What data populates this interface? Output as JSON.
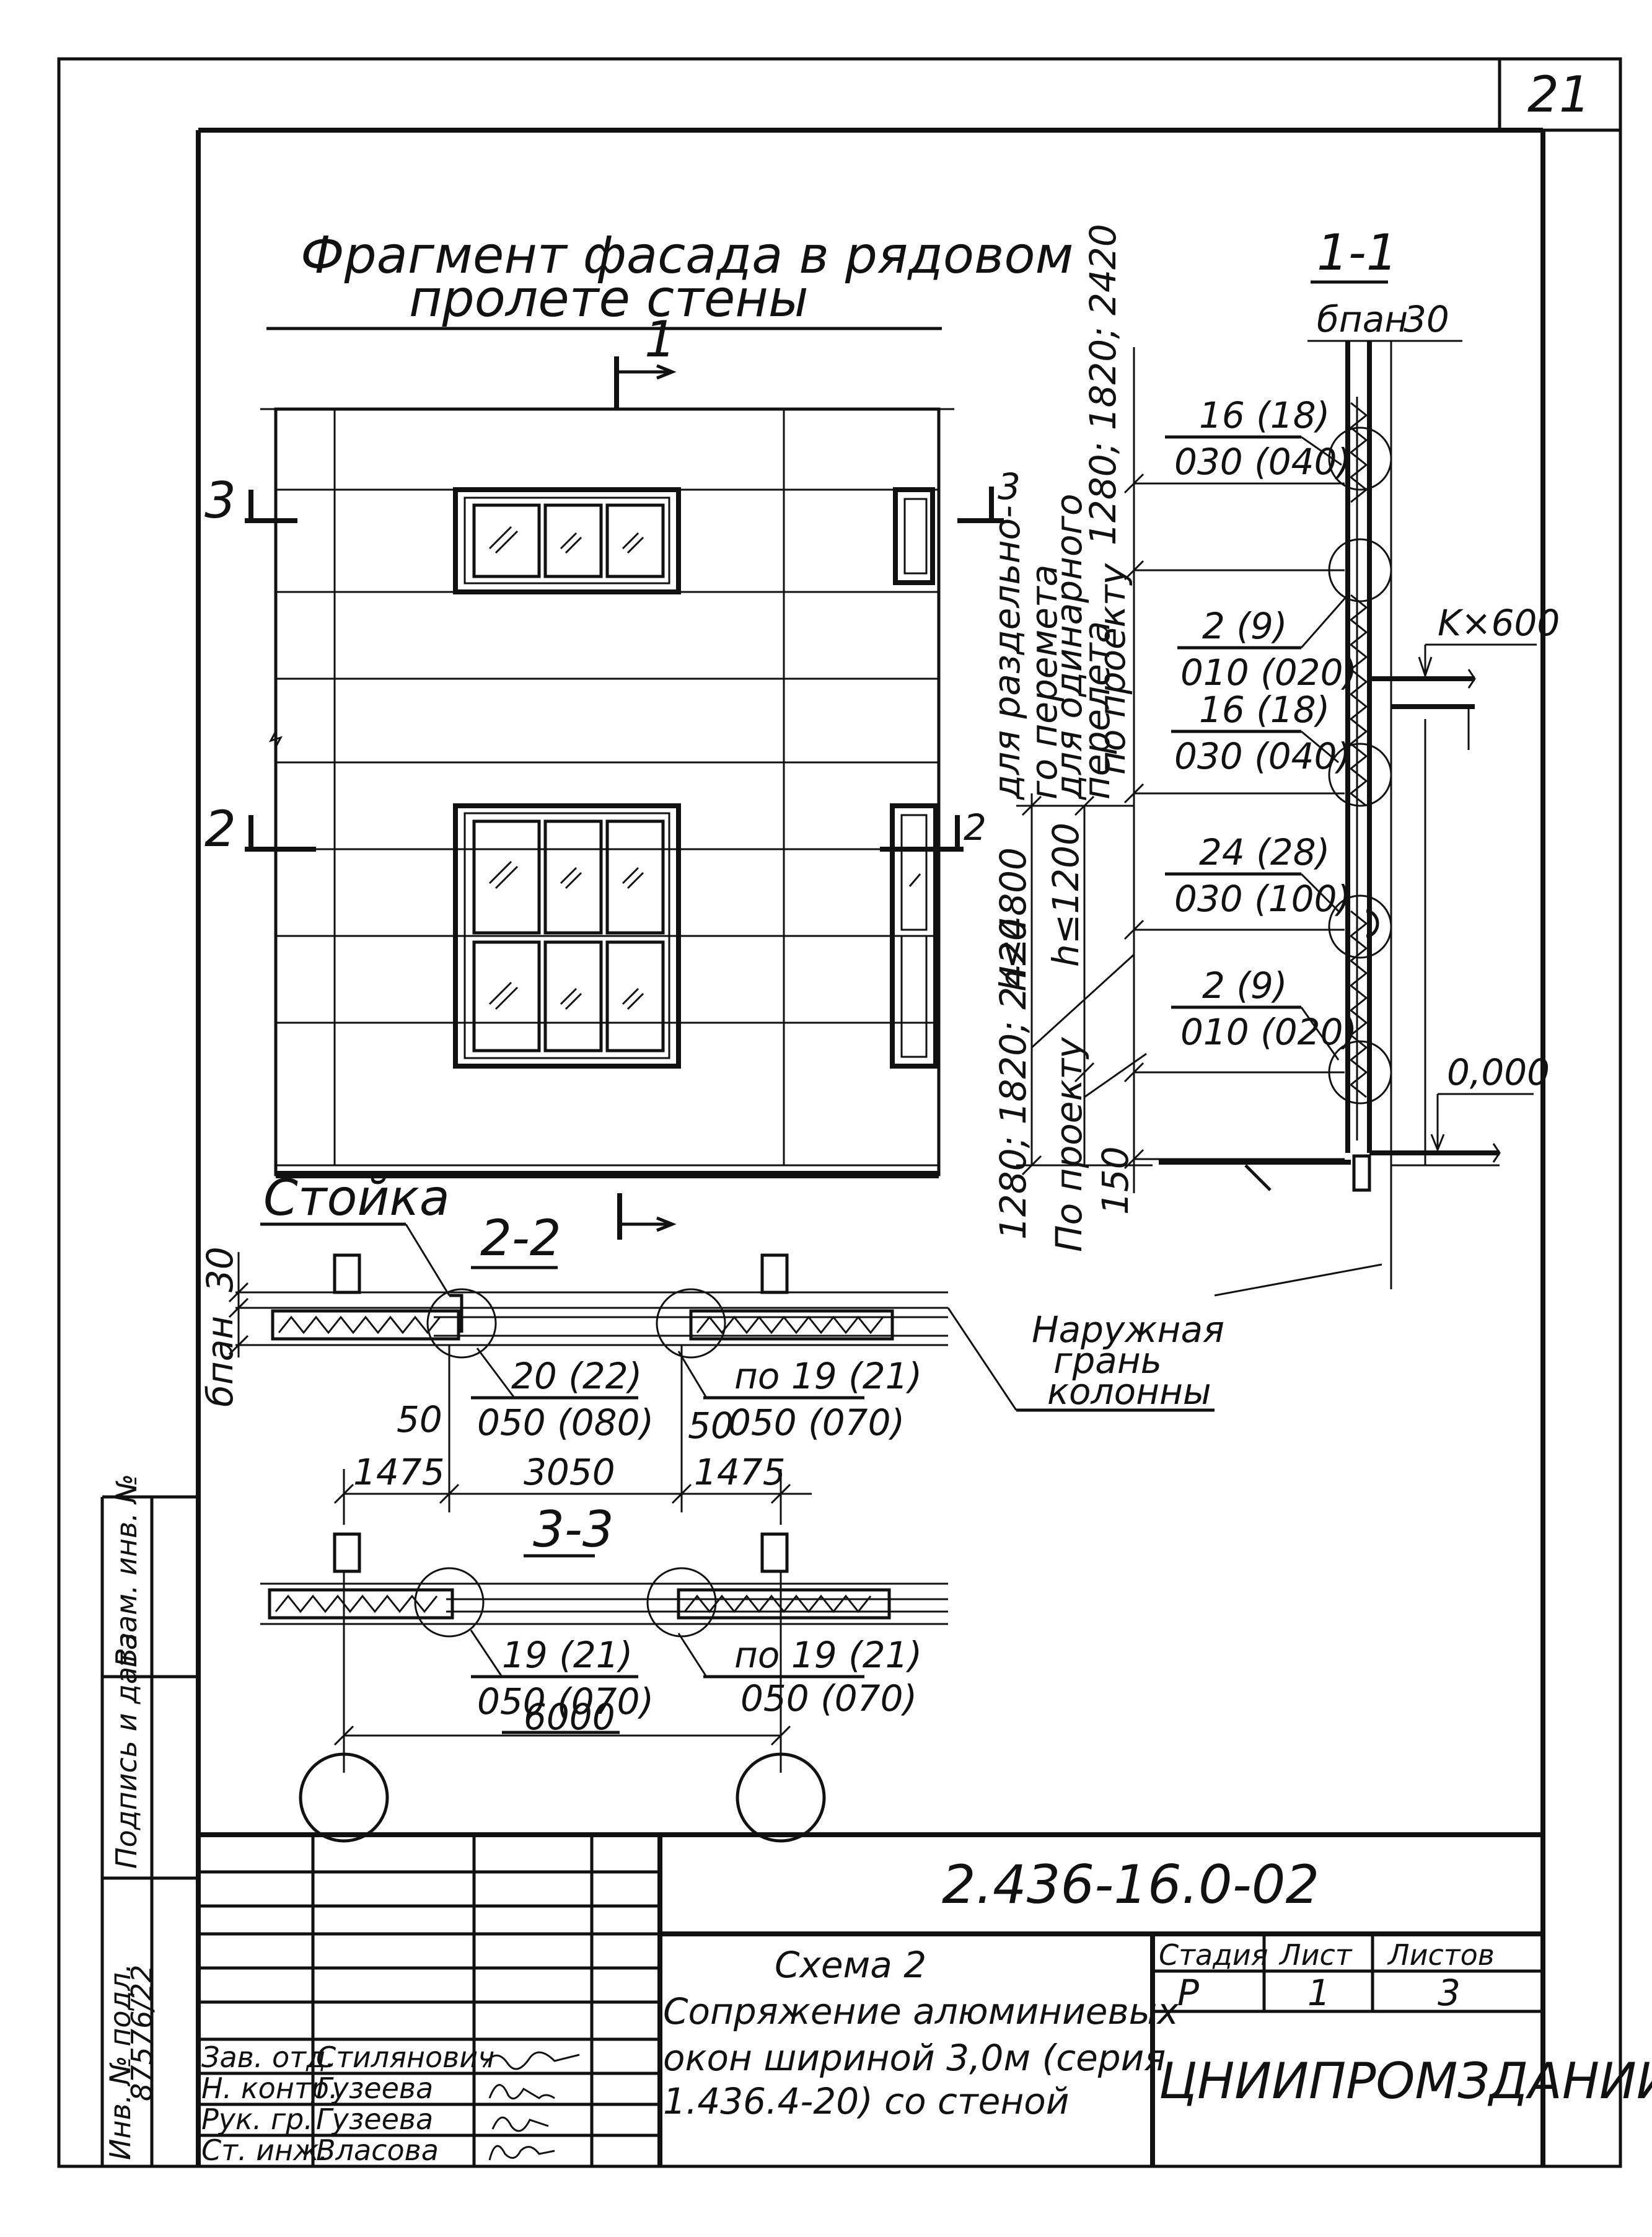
{
  "sheet": {
    "page_number": "21",
    "title_line1": "Фрагмент фасада в рядовом",
    "title_line2": "пролете стены",
    "section_1": "1",
    "section_2": "2",
    "section_3": "3",
    "section_11": "1-1",
    "section_22": "2-2",
    "section_33": "3-3"
  },
  "section_1_1": {
    "dim_top": "бпан",
    "dim_30": "30",
    "heights_top": "1280; 1820; 2420",
    "note_separate": "для раздельно-",
    "note_separate2": "го перемета",
    "note_single": "для одинарного",
    "note_single2": "перелета",
    "note_project": "по проекту",
    "k600": "K×600",
    "h4800": "h≤4800",
    "h1200": "h≤1200",
    "heights_bottom": "1280; 1820; 2420",
    "note_project2": "По проекту",
    "dim150": "150",
    "level": "0,000",
    "nodes": [
      {
        "top": "16 (18)",
        "bot": "030 (040)"
      },
      {
        "top": "2 (9)",
        "bot": "010 (020)"
      },
      {
        "top": "16 (18)",
        "bot": "030 (040)"
      },
      {
        "top": "24 (28)",
        "bot": "030 (100)"
      },
      {
        "top": "2 (9)",
        "bot": "010 (020)"
      }
    ]
  },
  "section_2_2": {
    "stoika": "Стойка",
    "dim30": "30",
    "dim_pan": "бпан",
    "node_a_top": "20 (22)",
    "node_a_bot": "050 (080)",
    "node_b_top": "по 19 (21)",
    "node_b_bot": "050 (070)",
    "dim50a": "50",
    "dim50b": "50",
    "outer_face_1": "Наружная",
    "outer_face_2": "грань",
    "outer_face_3": "колонны",
    "dim1475a": "1475",
    "dim3050": "3050",
    "dim1475b": "1475"
  },
  "section_3_3": {
    "node_a_top": "19 (21)",
    "node_a_bot": "050 (070)",
    "node_b_top": "по 19 (21)",
    "node_b_bot": "050 (070)",
    "dim6000": "6000"
  },
  "side_stamp": {
    "inv_subst": "Взам. инв. №",
    "sign_date": "Подпись и дата",
    "inv_orig": "Инв. № подл.",
    "inv_number": "87576/22"
  },
  "title_block": {
    "drawing_code": "2.436-16.0-02",
    "scheme_title": "Схема 2",
    "scheme_desc1": "Сопряжение алюминиевых",
    "scheme_desc2": "окон шириной 3,0м (серия",
    "scheme_desc3": "1.436.4-20) со стеной",
    "stage_label": "Стадия",
    "sheet_label": "Лист",
    "sheets_label": "Листов",
    "stage": "Р",
    "sheet": "1",
    "sheets": "3",
    "org": "ЦНИИПРОМЗДАНИЙ",
    "signers": [
      {
        "role": "Зав. отд.",
        "name": "Стилянович"
      },
      {
        "role": "Н. контр.",
        "name": "Гузеева"
      },
      {
        "role": "Рук. гр.",
        "name": "Гузеева"
      },
      {
        "role": "Ст. инж.",
        "name": "Власова"
      }
    ]
  }
}
